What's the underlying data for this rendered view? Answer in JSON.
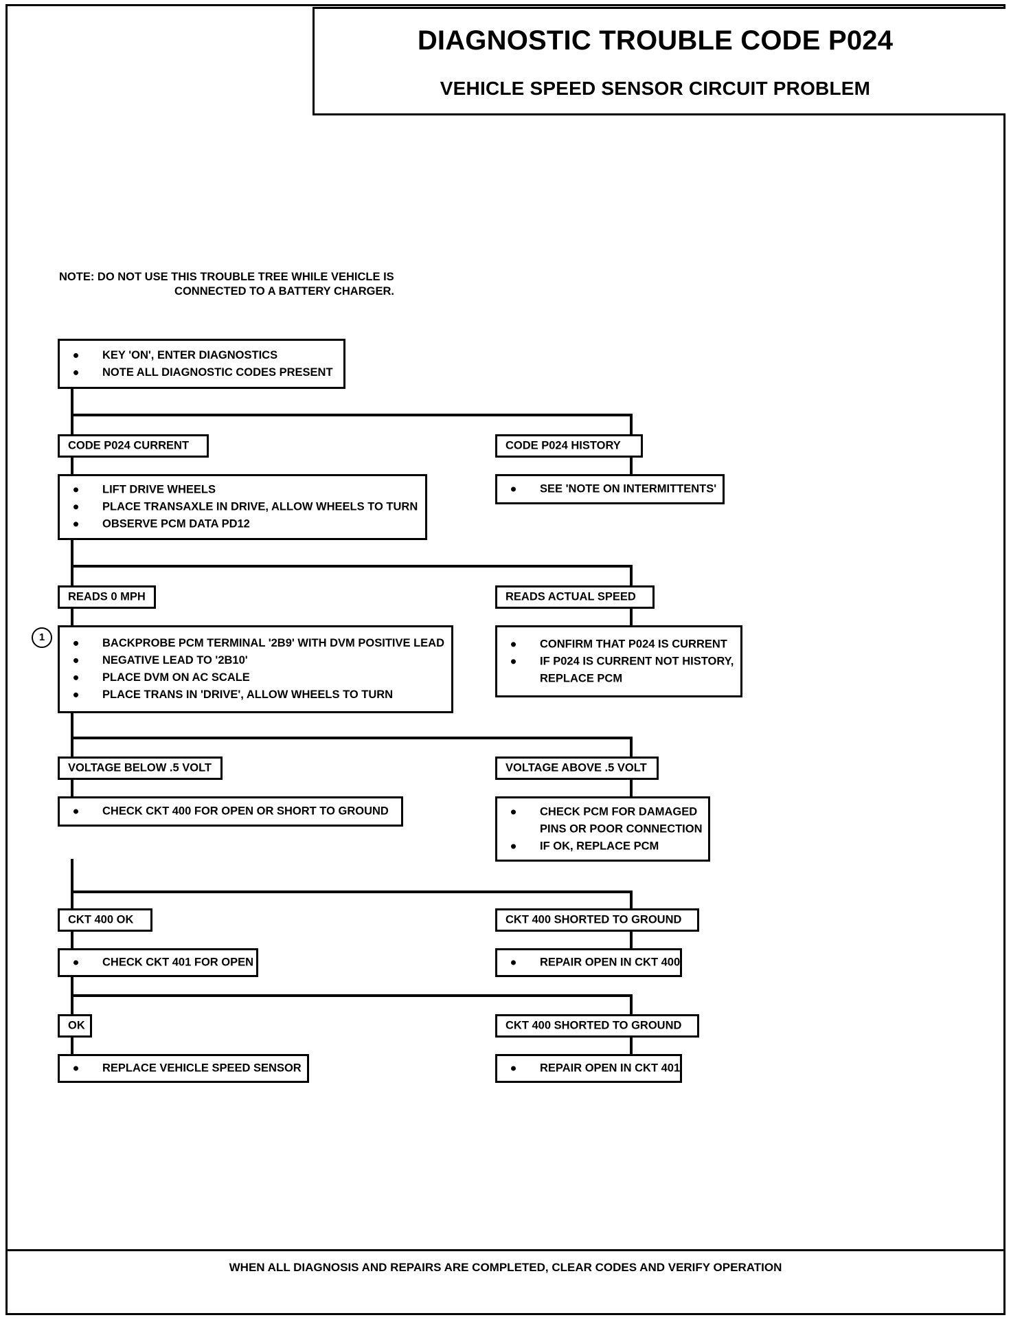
{
  "header": {
    "title": "DIAGNOSTIC TROUBLE CODE P024",
    "subtitle": "VEHICLE SPEED SENSOR CIRCUIT PROBLEM"
  },
  "note": {
    "line1": "NOTE: DO NOT USE THIS TROUBLE TREE WHILE VEHICLE IS",
    "line2": "CONNECTED TO A BATTERY CHARGER."
  },
  "footer": {
    "text": "WHEN ALL DIAGNOSIS AND REPAIRS ARE COMPLETED, CLEAR CODES AND VERIFY OPERATION"
  },
  "markers": {
    "ref_one": "1"
  },
  "flow": {
    "start": {
      "items": [
        "KEY 'ON', ENTER DIAGNOSTICS",
        "NOTE ALL DIAGNOSTIC CODES PRESENT"
      ]
    },
    "left": {
      "code_current": "CODE P024 CURRENT",
      "lift_wheels": {
        "items": [
          "LIFT DRIVE WHEELS",
          "PLACE TRANSAXLE IN DRIVE, ALLOW WHEELS TO TURN",
          "OBSERVE PCM DATA PD12"
        ]
      },
      "reads_zero": "READS 0 MPH",
      "backprobe": {
        "items": [
          "BACKPROBE PCM TERMINAL '2B9' WITH DVM POSITIVE LEAD",
          "NEGATIVE LEAD TO '2B10'",
          "PLACE DVM ON AC SCALE",
          "PLACE TRANS IN 'DRIVE', ALLOW WHEELS TO TURN"
        ]
      },
      "voltage_below": "VOLTAGE BELOW .5 VOLT",
      "check_ckt400": {
        "items": [
          "CHECK CKT 400 FOR OPEN OR SHORT TO GROUND"
        ]
      },
      "ckt400_ok": "CKT 400 OK",
      "check_ckt401": {
        "items": [
          "CHECK CKT 401 FOR OPEN"
        ]
      },
      "ok": "OK",
      "replace_vss": {
        "items": [
          "REPLACE VEHICLE SPEED SENSOR"
        ]
      }
    },
    "right": {
      "code_history": "CODE P024 HISTORY",
      "see_note": {
        "items": [
          "SEE 'NOTE ON INTERMITTENTS'"
        ]
      },
      "reads_actual": "READS ACTUAL SPEED",
      "confirm": {
        "items": [
          "CONFIRM THAT P024 IS CURRENT",
          "IF P024 IS CURRENT NOT HISTORY,"
        ],
        "item2_cont": "REPLACE PCM"
      },
      "voltage_above": "VOLTAGE ABOVE .5 VOLT",
      "check_pcm": {
        "items": [
          "CHECK PCM FOR DAMAGED",
          "IF OK,  REPLACE PCM"
        ],
        "item1_cont": "PINS OR POOR CONNECTION"
      },
      "ckt400_shorted_a": "CKT 400 SHORTED TO GROUND",
      "repair_open_400": {
        "items": [
          "REPAIR OPEN IN CKT 400"
        ]
      },
      "ckt400_shorted_b": "CKT 400 SHORTED TO GROUND",
      "repair_open_401": {
        "items": [
          "REPAIR OPEN IN CKT 401"
        ]
      }
    }
  }
}
